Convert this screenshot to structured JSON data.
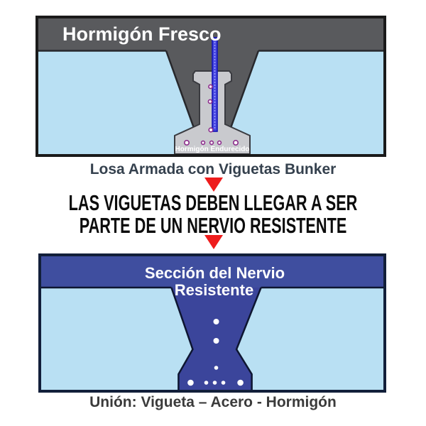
{
  "colors": {
    "light_blue": "#b9e0f3",
    "fresh_concrete_gray": "#595a5d",
    "joist_gray": "#c9cace",
    "rebar_blue": "#4747e0",
    "rebar_blue_dark": "#1414b5",
    "rebar_dot_purple": "#8c2c8c",
    "nervio_band_blue": "#3f4e9f",
    "nervio_funnel_blue": "#3b459b",
    "arrow_red": "#ee1c1c",
    "white": "#ffffff"
  },
  "top_diagram": {
    "slab_label": "Hormigón Fresco",
    "joist_label": "Hormigón Endurecido",
    "caption": "Losa Armada con Viguetas Bunker"
  },
  "headline": {
    "line1": "LAS VIGUETAS DEBEN LLEGAR A SER",
    "line2": "PARTE DE UN NERVIO RESISTENTE"
  },
  "bottom_diagram": {
    "band_label_line1": "Sección del Nervio",
    "band_label_line2": "Resistente",
    "caption": "Unión: Vigueta – Acero - Hormigón"
  }
}
